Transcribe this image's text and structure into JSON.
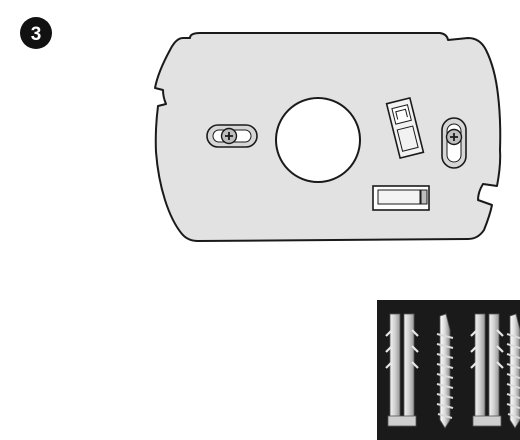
{
  "step_badge": {
    "number": "3"
  },
  "mounting_plate": {
    "parts": [
      "left-slot-screw",
      "center-opening",
      "rj-jack",
      "right-slot-screw",
      "bottom-connector"
    ]
  },
  "hardware_kit": {
    "items": [
      "wall-anchor",
      "screw",
      "wall-anchor",
      "screw"
    ],
    "background_color": "#1a1a1a"
  },
  "colors": {
    "outline": "#1a1a1a",
    "plate_fill": "#e2e2e2",
    "badge_fill": "#111111"
  }
}
